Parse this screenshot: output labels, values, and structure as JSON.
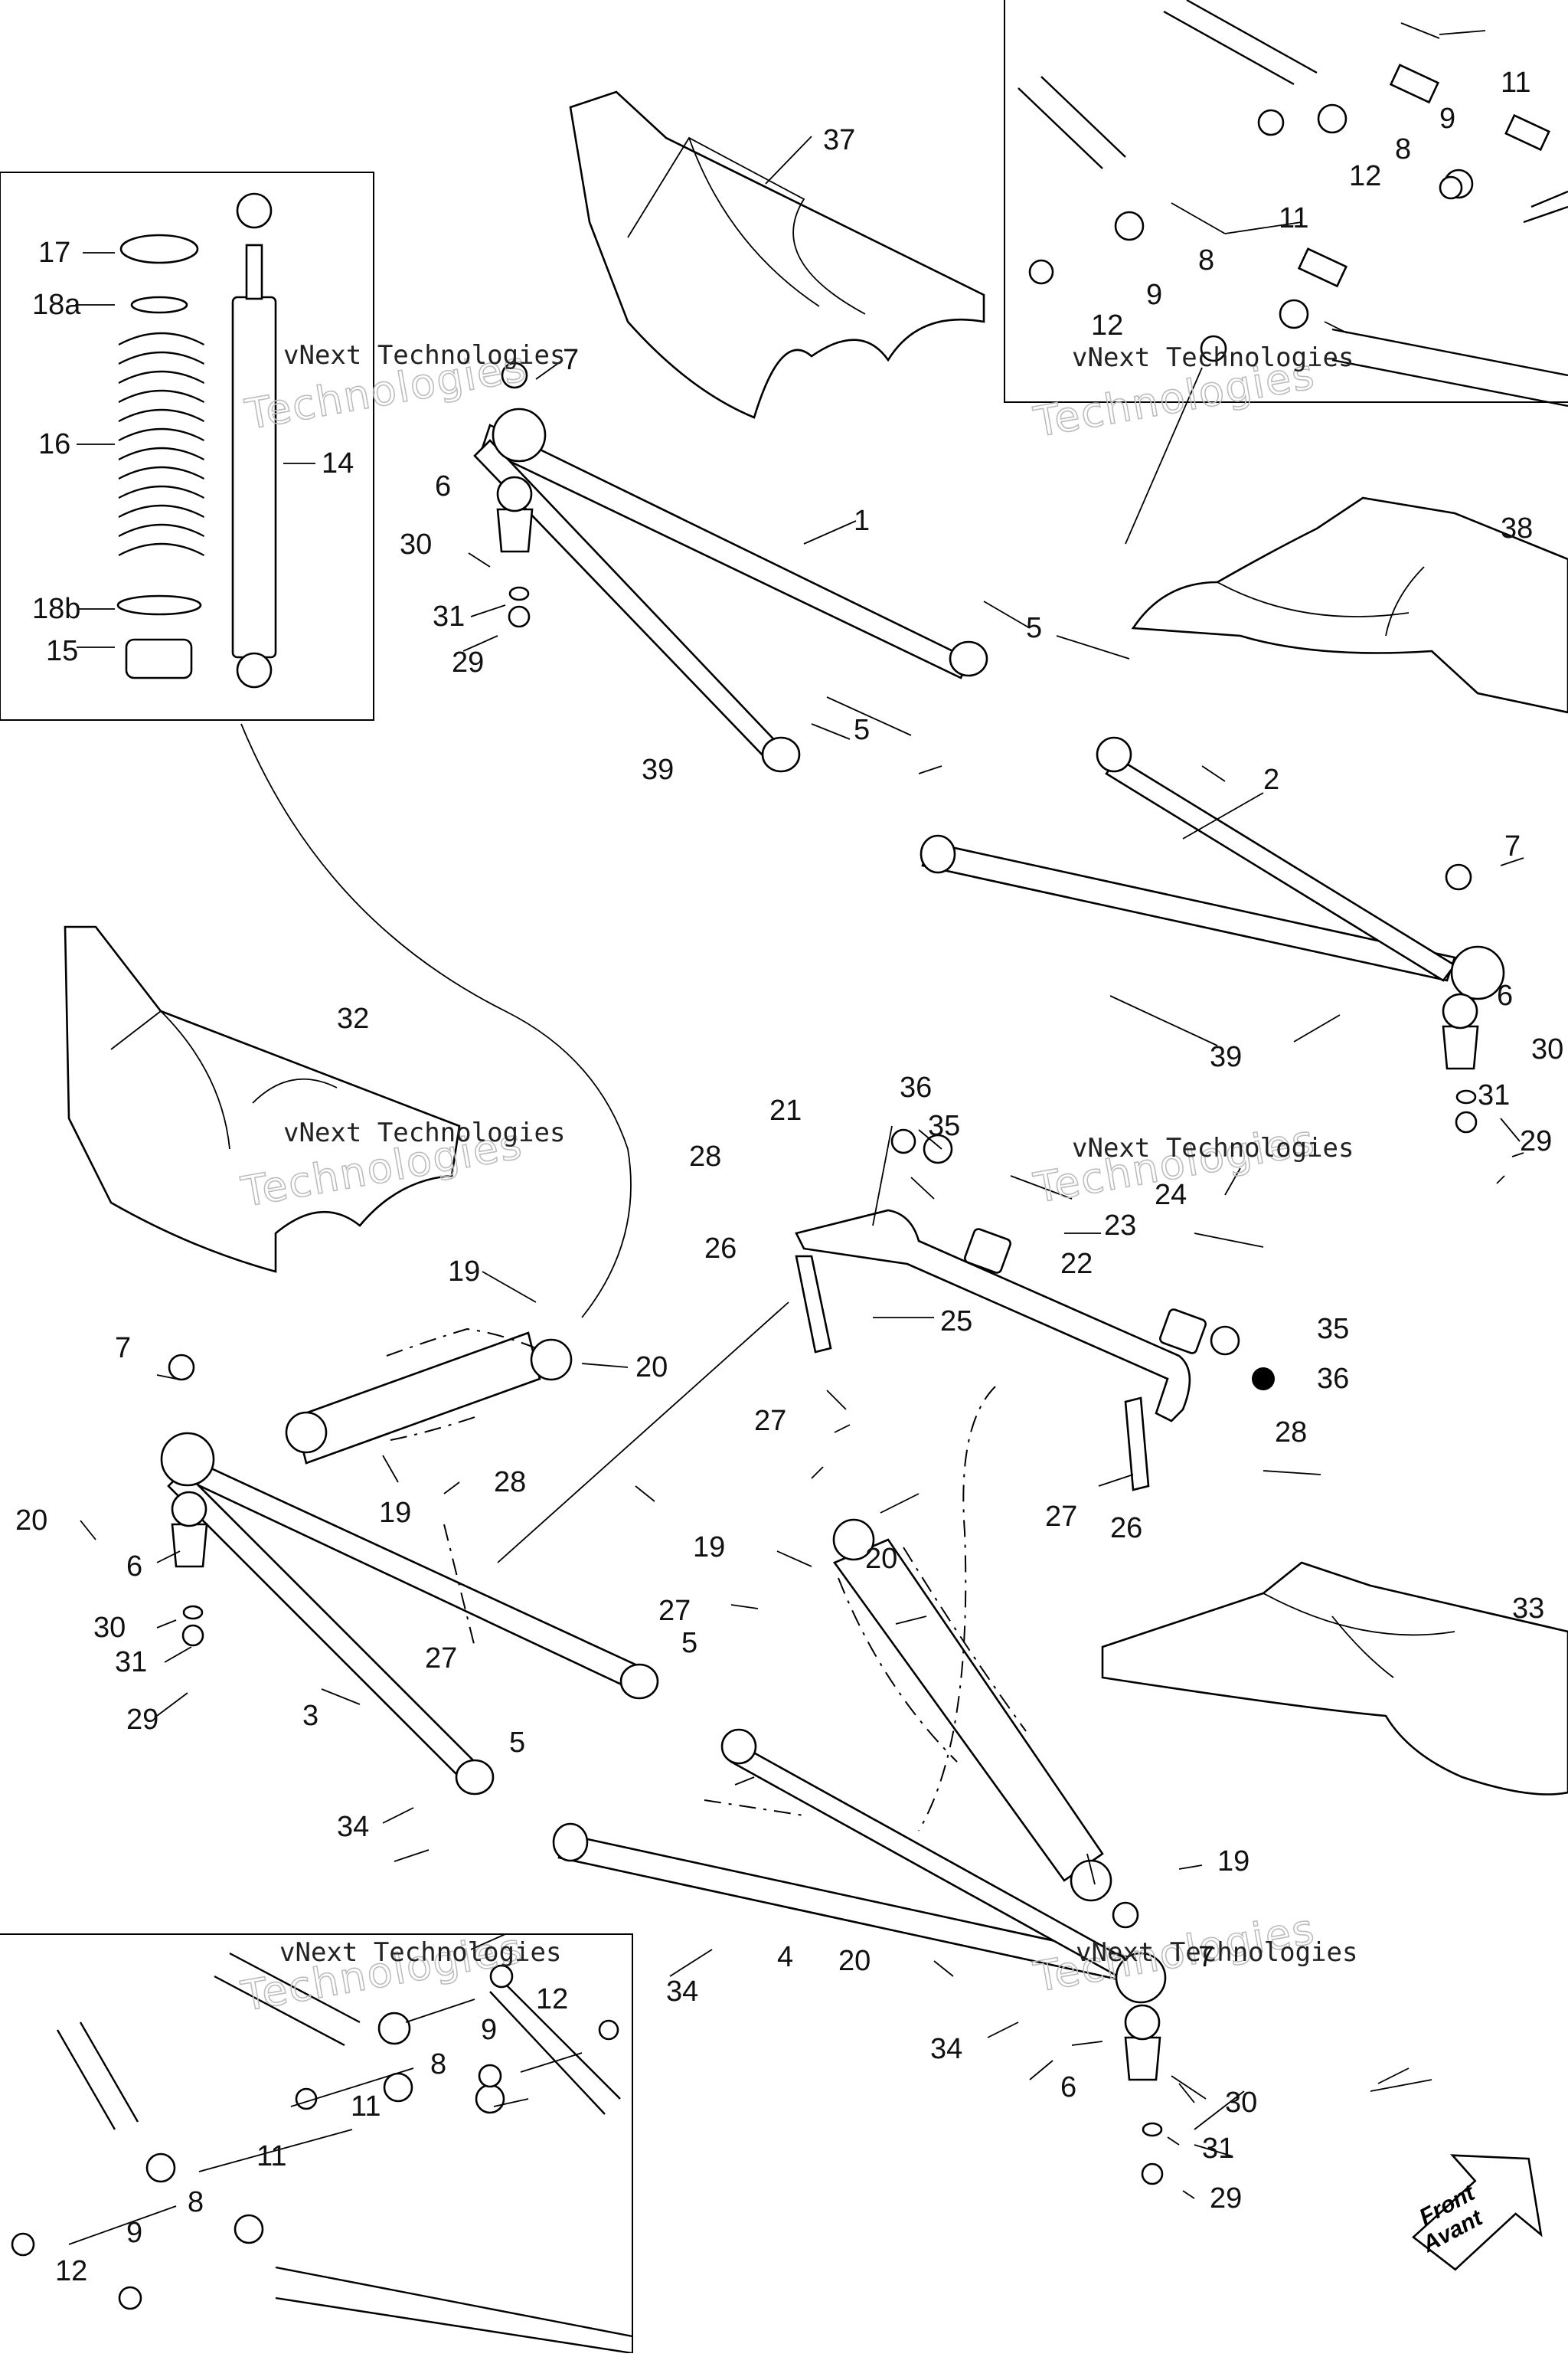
{
  "watermark": {
    "line1": "vNext Technologies",
    "line2": "Technologies"
  },
  "front_arrow": {
    "line1": "Front",
    "line2": "Avant"
  },
  "callouts": {
    "p1": "1",
    "p2": "2",
    "p3": "3",
    "p4": "4",
    "p5a": "5",
    "p5b": "5",
    "p5c": "5",
    "p5d": "5",
    "p6a": "6",
    "p6b": "6",
    "p6c": "6",
    "p6d": "6",
    "p7a": "7",
    "p7b": "7",
    "p7c": "7",
    "p7d": "7",
    "p8a": "8",
    "p8b": "8",
    "p8c": "8",
    "p8d": "8",
    "p9a": "9",
    "p9b": "9",
    "p9c": "9",
    "p9d": "9",
    "p11a": "11",
    "p11b": "11",
    "p11c": "11",
    "p11d": "11",
    "p12a": "12",
    "p12b": "12",
    "p12c": "12",
    "p12d": "12",
    "p14": "14",
    "p15": "15",
    "p16": "16",
    "p17": "17",
    "p18a": "18a",
    "p18b": "18b",
    "p19a": "19",
    "p19b": "19",
    "p19c": "19",
    "p19d": "19",
    "p20a": "20",
    "p20b": "20",
    "p20c": "20",
    "p20d": "20",
    "p21": "21",
    "p22": "22",
    "p23": "23",
    "p24": "24",
    "p25": "25",
    "p26a": "26",
    "p26b": "26",
    "p27a": "27",
    "p27b": "27",
    "p27c": "27",
    "p27d": "27",
    "p28a": "28",
    "p28b": "28",
    "p28c": "28",
    "p29a": "29",
    "p29b": "29",
    "p29c": "29",
    "p29d": "29",
    "p30a": "30",
    "p30b": "30",
    "p30c": "30",
    "p30d": "30",
    "p31a": "31",
    "p31b": "31",
    "p31c": "31",
    "p31d": "31",
    "p32": "32",
    "p33": "33",
    "p34a": "34",
    "p34b": "34",
    "p34c": "34",
    "p35a": "35",
    "p35b": "35",
    "p36a": "36",
    "p36b": "36",
    "p37": "37",
    "p38": "38",
    "p39a": "39",
    "p39b": "39"
  }
}
